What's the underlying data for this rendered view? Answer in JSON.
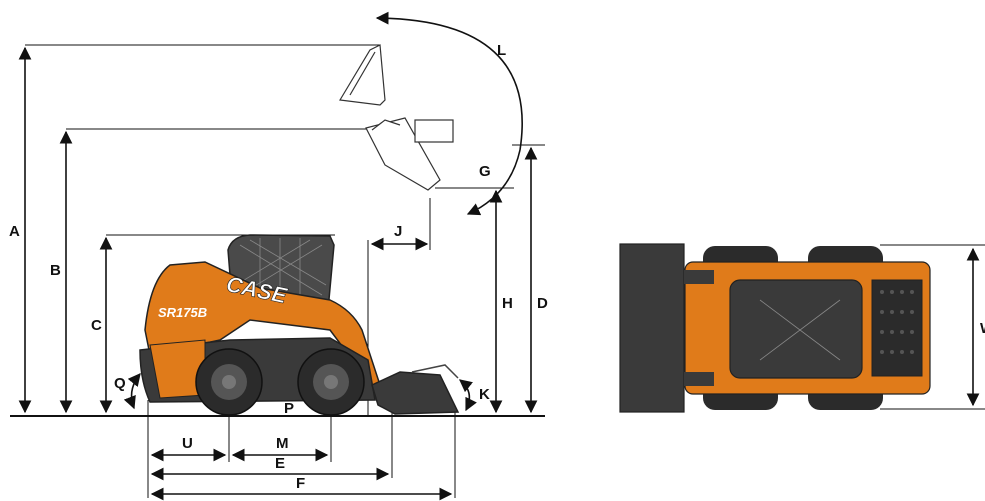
{
  "model_badge": "SR175B",
  "brand": "CASE",
  "dimension_labels": {
    "A": "A",
    "B": "B",
    "C": "C",
    "D": "D",
    "E": "E",
    "F": "F",
    "G": "G",
    "H": "H",
    "J": "J",
    "K": "K",
    "L": "L",
    "M": "M",
    "P": "P",
    "Q": "Q",
    "U": "U",
    "W": "W"
  },
  "colors": {
    "body_orange": "#e07b1a",
    "dark_gray": "#3a3a3a",
    "tire": "#2b2b2b",
    "line": "#111111"
  }
}
